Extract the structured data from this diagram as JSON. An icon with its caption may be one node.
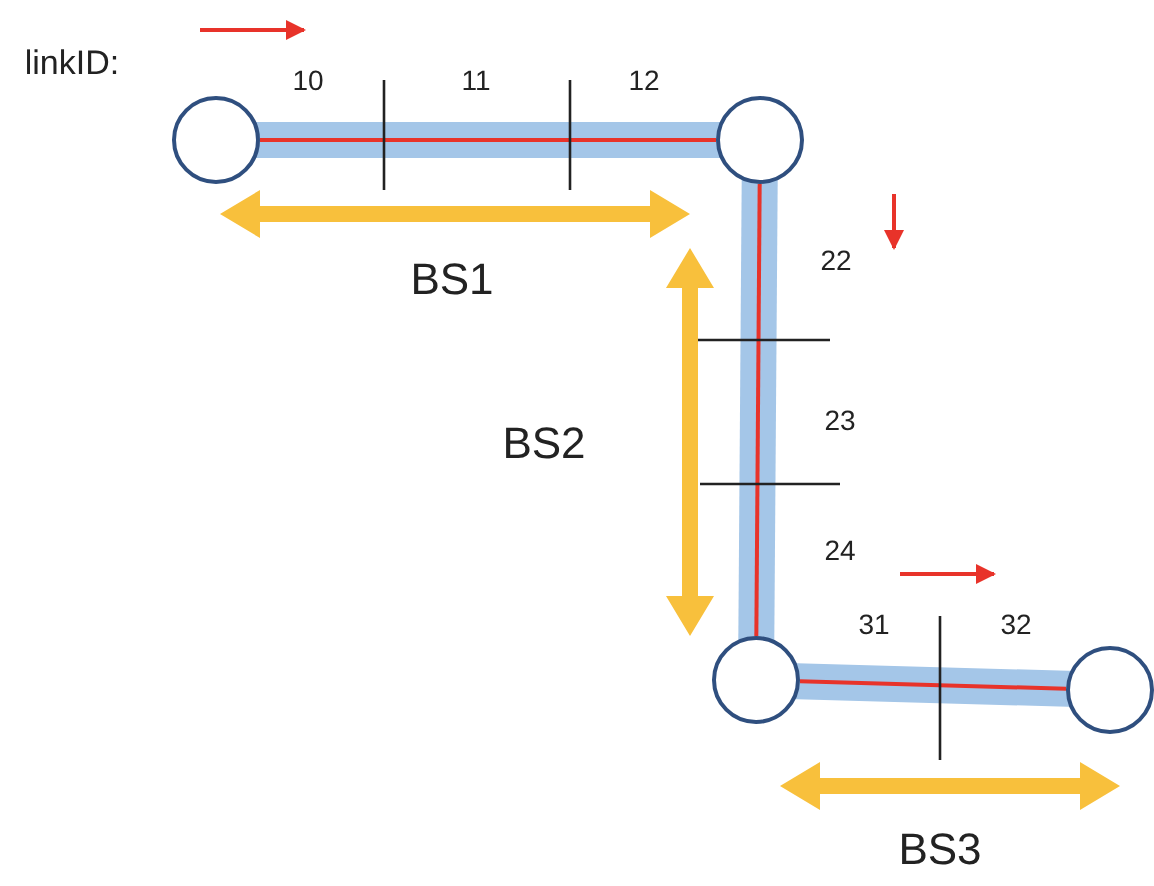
{
  "diagram": {
    "nodes": [
      {
        "text": [],
        "shape": "circle"
      },
      {
        "text": [],
        "shape": "circle"
      },
      {
        "text": [],
        "shape": "circle"
      },
      {
        "text": [],
        "shape": "circle"
      }
    ],
    "edges": [
      {
        "from": 0,
        "to": 1,
        "arrow": "none"
      },
      {
        "from": 1,
        "to": 2,
        "arrow": "none"
      },
      {
        "from": 2,
        "to": 3,
        "arrow": "none"
      }
    ],
    "labels": [
      "linkID:",
      "10",
      "11",
      "12",
      "22",
      "BS1",
      "23",
      "BS2",
      "24",
      "31",
      "32",
      "BS3"
    ]
  }
}
